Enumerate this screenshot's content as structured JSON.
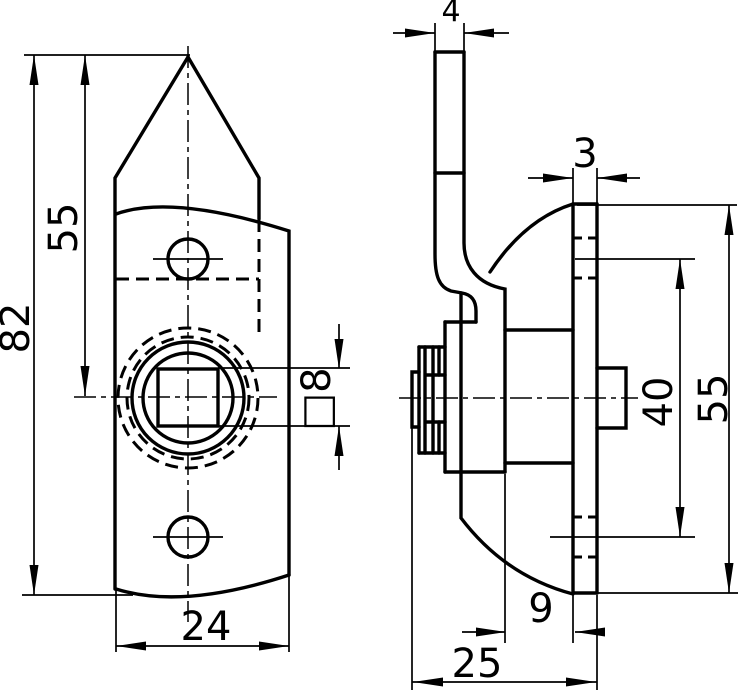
{
  "drawing": {
    "type": "technical-orthographic-drawing",
    "colors": {
      "line": "#000000",
      "background": "#ffffff"
    },
    "front_view": {
      "dim_overall_height": "82",
      "dim_center_height": "55",
      "dim_width": "24",
      "dim_square_hole": "□8"
    },
    "side_view": {
      "dim_bar_thickness": "4",
      "dim_rim_thickness": "3",
      "dim_hole_spacing": "40",
      "dim_plate_height": "55",
      "dim_boss_depth": "9",
      "dim_overall_depth": "25"
    }
  }
}
